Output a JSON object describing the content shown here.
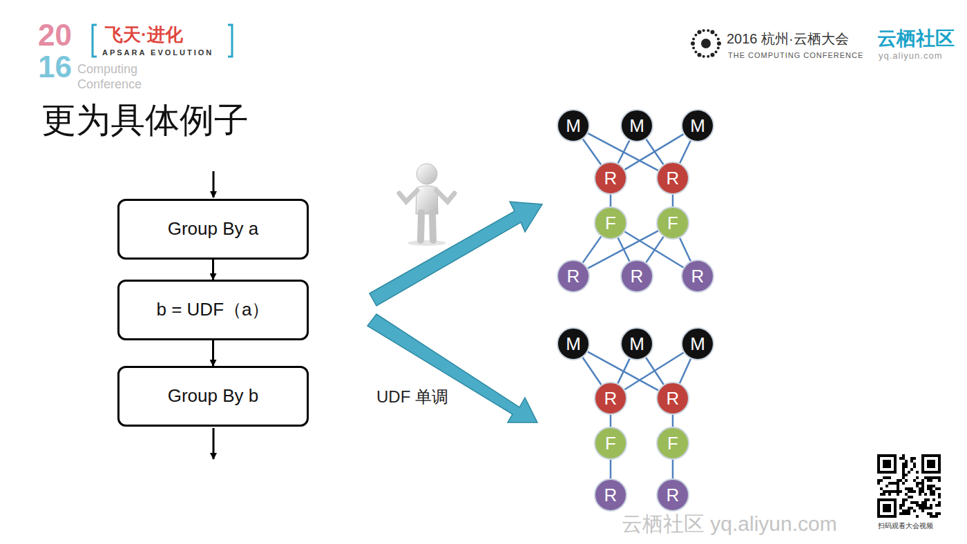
{
  "diagram": {
    "title": "更为具体例子",
    "nodes": [
      {
        "text": [
          "Group By a"
        ]
      },
      {
        "text": [
          "b = UDF（a）"
        ]
      },
      {
        "text": [
          "Group By b"
        ]
      },
      {
        "text": [
          "M"
        ]
      },
      {
        "text": [
          "M"
        ]
      },
      {
        "text": [
          "M"
        ]
      },
      {
        "text": [
          "R"
        ]
      },
      {
        "text": [
          "R"
        ]
      },
      {
        "text": [
          "F"
        ]
      },
      {
        "text": [
          "F"
        ]
      },
      {
        "text": [
          "R"
        ]
      },
      {
        "text": [
          "R"
        ]
      },
      {
        "text": [
          "R"
        ]
      },
      {
        "text": [
          "M"
        ]
      },
      {
        "text": [
          "M"
        ]
      },
      {
        "text": [
          "M"
        ]
      },
      {
        "text": [
          "R"
        ]
      },
      {
        "text": [
          "R"
        ]
      },
      {
        "text": [
          "F"
        ]
      },
      {
        "text": [
          "F"
        ]
      },
      {
        "text": [
          "R"
        ]
      },
      {
        "text": [
          "R"
        ]
      }
    ],
    "edges": [
      {
        "from": 0,
        "to": 1,
        "arrow": "to"
      },
      {
        "from": 1,
        "to": 2,
        "arrow": "to"
      },
      {
        "from": 3,
        "to": 6,
        "arrow": "none"
      },
      {
        "from": 3,
        "to": 7,
        "arrow": "none"
      },
      {
        "from": 4,
        "to": 6,
        "arrow": "none"
      },
      {
        "from": 4,
        "to": 7,
        "arrow": "none"
      },
      {
        "from": 5,
        "to": 6,
        "arrow": "none"
      },
      {
        "from": 5,
        "to": 7,
        "arrow": "none"
      },
      {
        "from": 6,
        "to": 8,
        "arrow": "none"
      },
      {
        "from": 7,
        "to": 9,
        "arrow": "none"
      },
      {
        "from": 8,
        "to": 10,
        "arrow": "none"
      },
      {
        "from": 8,
        "to": 11,
        "arrow": "none"
      },
      {
        "from": 8,
        "to": 12,
        "arrow": "none"
      },
      {
        "from": 9,
        "to": 10,
        "arrow": "none"
      },
      {
        "from": 9,
        "to": 11,
        "arrow": "none"
      },
      {
        "from": 9,
        "to": 12,
        "arrow": "none"
      },
      {
        "from": 13,
        "to": 16,
        "arrow": "none"
      },
      {
        "from": 13,
        "to": 17,
        "arrow": "none"
      },
      {
        "from": 14,
        "to": 16,
        "arrow": "none"
      },
      {
        "from": 14,
        "to": 17,
        "arrow": "none"
      },
      {
        "from": 15,
        "to": 16,
        "arrow": "none"
      },
      {
        "from": 15,
        "to": 17,
        "arrow": "none"
      },
      {
        "from": 16,
        "to": 18,
        "arrow": "none"
      },
      {
        "from": 17,
        "to": 19,
        "arrow": "none"
      },
      {
        "from": 18,
        "to": 20,
        "arrow": "none"
      },
      {
        "from": 19,
        "to": 21,
        "arrow": "none"
      }
    ],
    "labels": [
      "20",
      "16",
      "飞天·进化",
      "APSARA EVOLUTION",
      "Computing",
      "Conference",
      "2016 杭州·云栖大会",
      "THE COMPUTING CONFERENCE",
      "云栖社区",
      "yq.aliyun.com",
      "UDF 单调",
      "扫码观看大会视频",
      "云栖社区 yq.aliyun.com"
    ]
  }
}
